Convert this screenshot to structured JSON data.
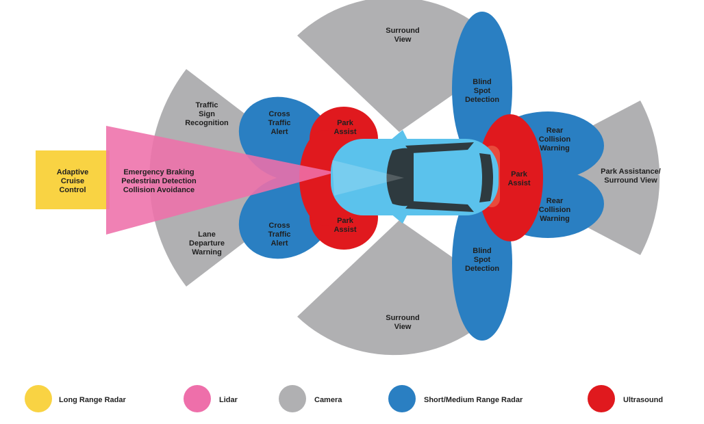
{
  "colors": {
    "long_range_radar": "#F9D343",
    "lidar": "#EE6FAA",
    "camera": "#B0B0B2",
    "short_medium_range_radar": "#2A7FC2",
    "ultrasound": "#E0191E",
    "car_body": "#5BC2EC"
  },
  "zones": {
    "acc": [
      "Adaptive",
      "Cruise",
      "Control"
    ],
    "lidar": [
      "Emergency Braking",
      "Pedestrian Detection",
      "Collision Avoidance"
    ],
    "traffic_sign": [
      "Traffic",
      "Sign",
      "Recognition"
    ],
    "lane_departure": [
      "Lane",
      "Departure",
      "Warning"
    ],
    "cross_traffic_top": [
      "Cross",
      "Traffic",
      "Alert"
    ],
    "cross_traffic_bottom": [
      "Cross",
      "Traffic",
      "Alert"
    ],
    "park_assist_front_top": [
      "Park",
      "Assist"
    ],
    "park_assist_front_bottom": [
      "Park",
      "Assist"
    ],
    "surround_view_top": [
      "Surround",
      "View"
    ],
    "surround_view_bottom": [
      "Surround",
      "View"
    ],
    "blind_spot_top": [
      "Blind",
      "Spot",
      "Detection"
    ],
    "blind_spot_bottom": [
      "Blind",
      "Spot",
      "Detection"
    ],
    "park_assist_rear": [
      "Park",
      "Assist"
    ],
    "rear_collision_top": [
      "Rear",
      "Collision",
      "Warning"
    ],
    "rear_collision_bottom": [
      "Rear",
      "Collision",
      "Warning"
    ],
    "park_assistance_surround": [
      "Park Assistance/",
      "Surround View"
    ]
  },
  "legend": [
    {
      "label": "Long Range Radar",
      "color": "#F9D343"
    },
    {
      "label": "Lidar",
      "color": "#EE6FAA"
    },
    {
      "label": "Camera",
      "color": "#B0B0B2"
    },
    {
      "label": "Short/Medium Range Radar",
      "color": "#2A7FC2"
    },
    {
      "label": "Ultrasound",
      "color": "#E0191E"
    }
  ]
}
